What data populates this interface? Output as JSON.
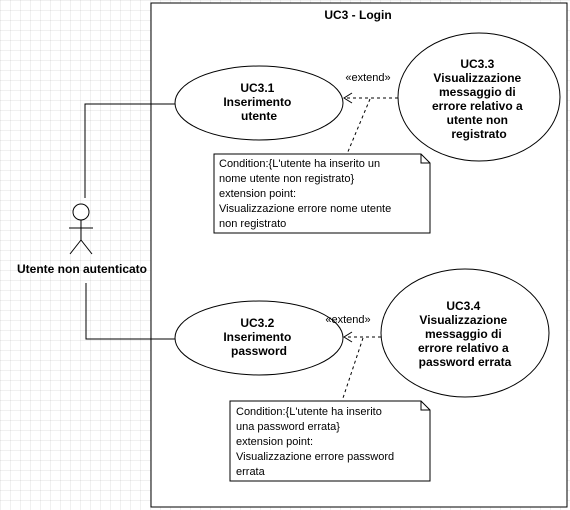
{
  "boundary": {
    "title": "UC3 - Login"
  },
  "actor": {
    "name": "Utente non autenticato"
  },
  "use_cases": {
    "uc31": {
      "lines": [
        "UC3.1",
        "Inserimento",
        "utente"
      ]
    },
    "uc32": {
      "lines": [
        "UC3.2",
        "Inserimento",
        "password"
      ]
    },
    "uc33": {
      "lines": [
        "UC3.3",
        "Visualizzazione",
        "messaggio di",
        "errore relativo a",
        "utente non",
        "registrato"
      ]
    },
    "uc34": {
      "lines": [
        "UC3.4",
        "Visualizzazione",
        "messaggio di",
        "errore relativo a",
        "password errata"
      ]
    }
  },
  "extends": {
    "top": "«extend»",
    "bottom": "«extend»"
  },
  "notes": {
    "note1": {
      "lines": [
        "Condition:{L'utente ha inserito un",
        "nome utente non registrato}",
        "extension point:",
        "Visualizzazione errore nome utente",
        "non registrato"
      ]
    },
    "note2": {
      "lines": [
        "Condition:{L'utente ha inserito",
        "una password errata}",
        "extension point:",
        "Visualizzazione errore password",
        "errata"
      ]
    }
  }
}
